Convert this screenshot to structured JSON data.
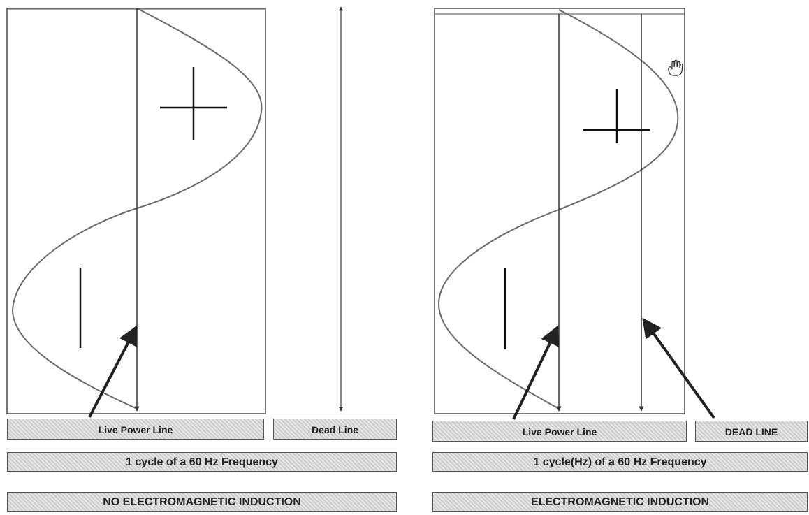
{
  "left_panel": {
    "live_label": "Live Power Line",
    "dead_label": "Dead Line",
    "cycle_label": "1 cycle of a 60 Hz Frequency",
    "induction_label": "NO ELECTROMAGNETIC INDUCTION"
  },
  "right_panel": {
    "live_label": "Live Power Line",
    "dead_label": "DEAD LINE",
    "cycle_label": "1 cycle(Hz) of a 60 Hz Frequency",
    "induction_label": "ELECTROMAGNETIC INDUCTION"
  },
  "colors": {
    "frame": "#4a4a4a",
    "sine": "#6a6a6a",
    "line": "#333333",
    "arrow": "#222222",
    "label_bg": "#d8d8d8"
  },
  "icons": [
    "plus-sign",
    "minus-sign",
    "hand-cursor-icon",
    "arrow-pointer"
  ]
}
